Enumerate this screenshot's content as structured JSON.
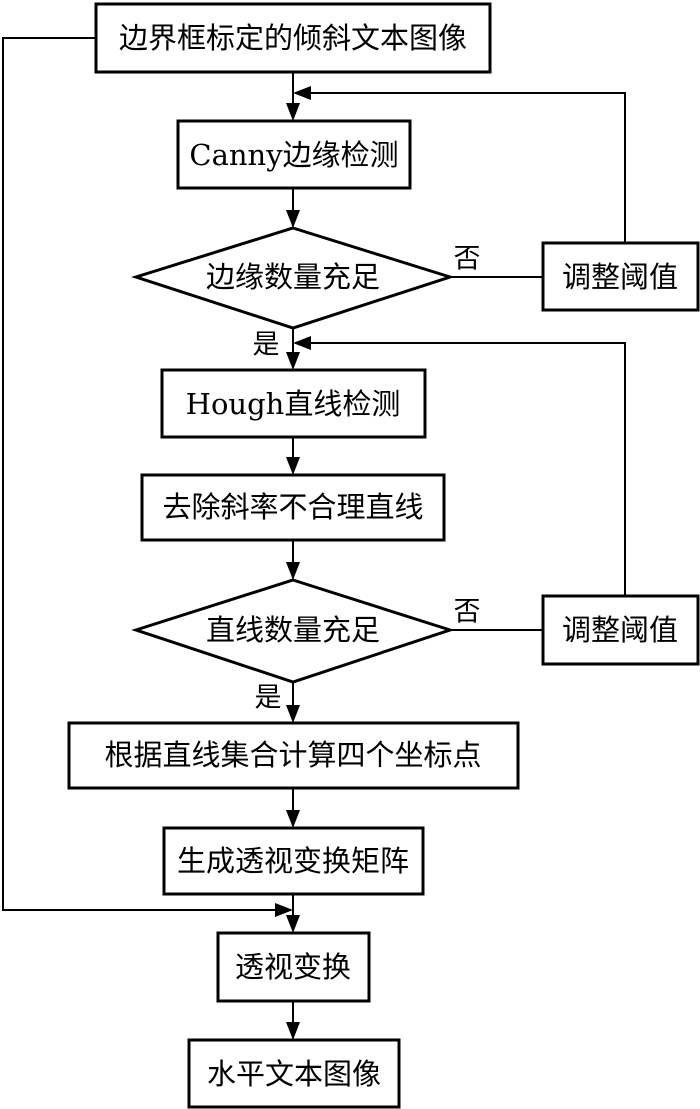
{
  "flowchart": {
    "input_image": "边界框标定的倾斜文本图像",
    "canny_detection": "Canny边缘检测",
    "edge_decision": "边缘数量充足",
    "adjust_threshold_1": "调整阈值",
    "hough_detection": "Hough直线检测",
    "remove_lines": "去除斜率不合理直线",
    "line_decision": "直线数量充足",
    "adjust_threshold_2": "调整阈值",
    "compute_corners": "根据直线集合计算四个坐标点",
    "generate_matrix": "生成透视变换矩阵",
    "perspective_transform": "透视变换",
    "output_image": "水平文本图像",
    "yes_label_1": "是",
    "no_label_1": "否",
    "yes_label_2": "是",
    "no_label_2": "否"
  }
}
